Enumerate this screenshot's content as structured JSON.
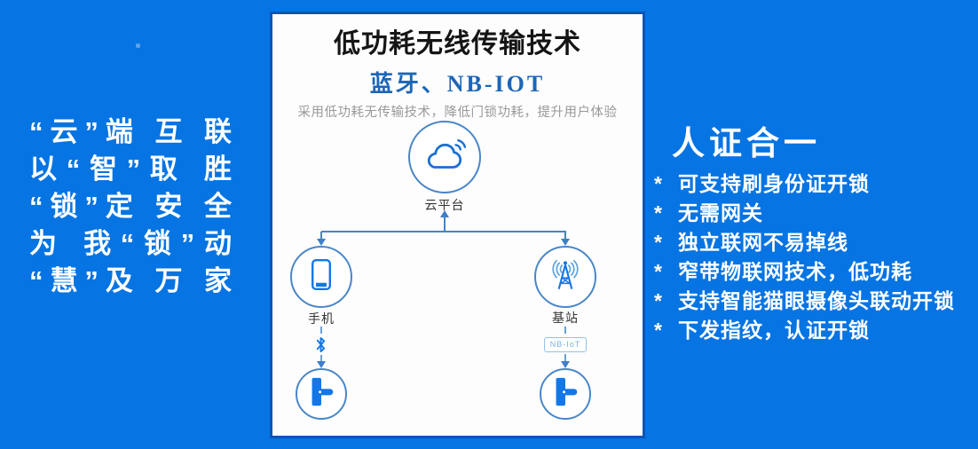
{
  "left_slogan": {
    "lines": [
      "“云”端 互 联",
      "以“智”取 胜",
      "“锁”定 安 全",
      "为 我“锁”动",
      "“慧”及 万 家"
    ]
  },
  "panel": {
    "title": "低功耗无线传输技术",
    "subtitle": "蓝牙、NB-IOT",
    "description": "采用低功耗无传输技术，降低门锁功耗，提升用户体验",
    "nodes": {
      "cloud_label": "云平台",
      "phone_label": "手机",
      "station_label": "基站",
      "nbiot_tag": "NB-IoT"
    }
  },
  "right_panel": {
    "heading": "人证合一",
    "bullet_marker": "*",
    "bullets": [
      "可支持刷身份证开锁",
      "无需网关",
      "独立联网不易掉线",
      "窄带物联网技术，低功耗",
      "支持智能猫眼摄像头联动开锁",
      "下发指纹，认证开锁"
    ]
  },
  "colors": {
    "background": "#0674E2",
    "panel_shadow": "#0D55B8",
    "diagram_line": "#4A86C8",
    "icon_blue": "#1377E8",
    "cloud_stroke": "#1B6FD0",
    "subtitle_blue": "#1B66B8",
    "nbiot_blue": "#7AB2DF",
    "text_white": "#FFFFFF"
  }
}
